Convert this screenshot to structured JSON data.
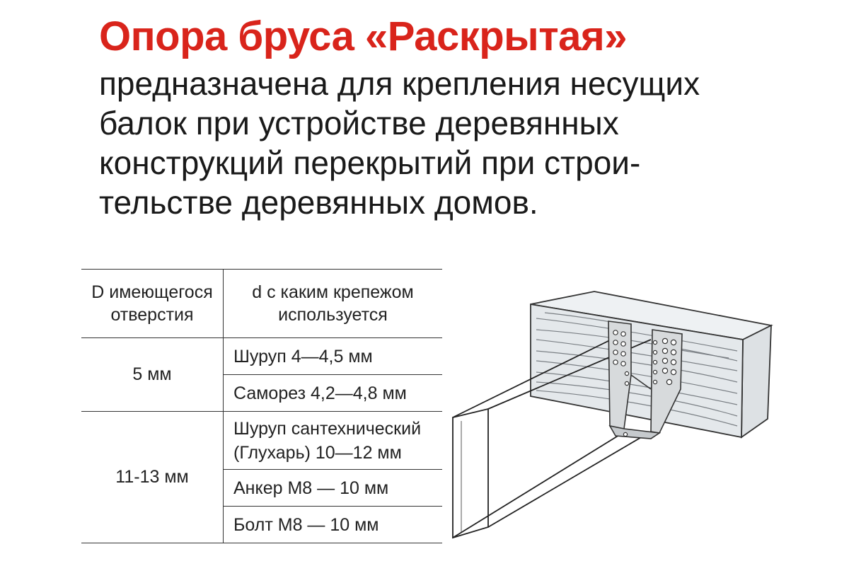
{
  "heading": {
    "title": "Опора бруса «Раскрытая»",
    "lines": [
      "предназначена для крепления несущих",
      "балок при устройстве деревянных",
      "конструкций перекрытий при строи-",
      "тельстве деревянных домов."
    ]
  },
  "table": {
    "headers": [
      [
        "D имеющегося",
        "отверстия"
      ],
      [
        "d с каким крепежом",
        "используется"
      ]
    ],
    "groups": [
      {
        "diameter": "5 мм",
        "fasteners": [
          "Шуруп 4—4,5 мм",
          "Саморез 4,2—4,8 мм"
        ]
      },
      {
        "diameter": "11-13 мм",
        "fasteners": [
          [
            "Шуруп сантехнический",
            "(Глухарь) 10—12 мм"
          ],
          "Анкер М8 — 10 мм",
          "Болт М8 — 10 мм"
        ]
      }
    ]
  },
  "colors": {
    "title": "#d9241b",
    "text": "#1a1a1a",
    "beam_fill": "#e4e8eb",
    "metal": "#d7dadc"
  }
}
